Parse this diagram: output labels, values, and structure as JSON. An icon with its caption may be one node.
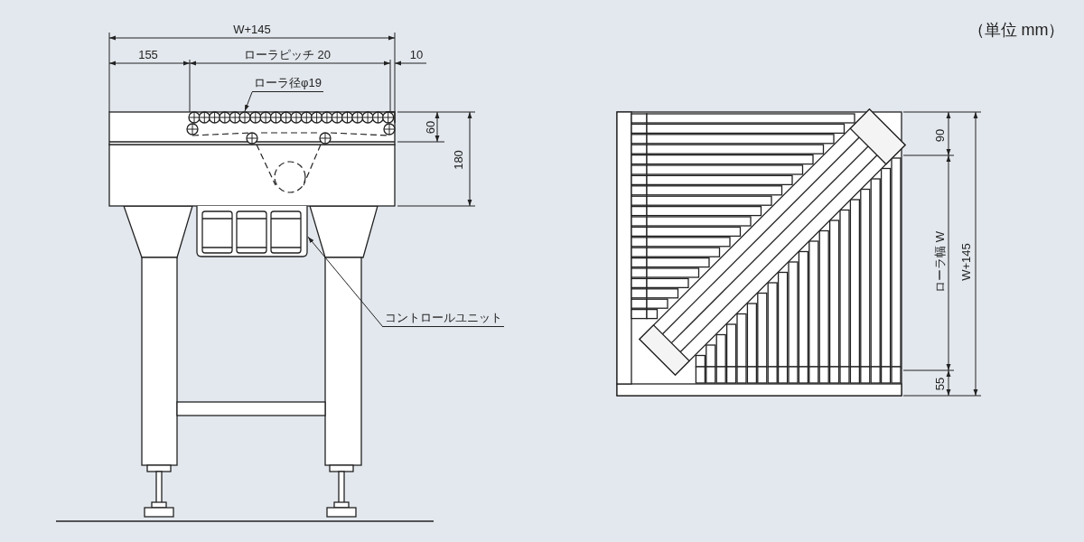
{
  "diagram": {
    "nodes": [
      {
        "text": [
          "ローラ径φ19"
        ]
      },
      {
        "text": [],
        "shape": "circle"
      },
      {
        "text": [
          "コントロールユニット"
        ]
      },
      {
        "text": [],
        "shape": "box"
      }
    ],
    "edges": [
      {
        "from": 0,
        "to": 1,
        "arrow": "to"
      },
      {
        "from": 2,
        "to": 3,
        "arrow": "to"
      }
    ],
    "labels": [
      "W+145",
      "155",
      "ローラピッチ 20",
      "10",
      "60",
      "180",
      "90",
      "ローラ幅 W",
      "W+145",
      "55",
      "（単位 mm）"
    ]
  }
}
